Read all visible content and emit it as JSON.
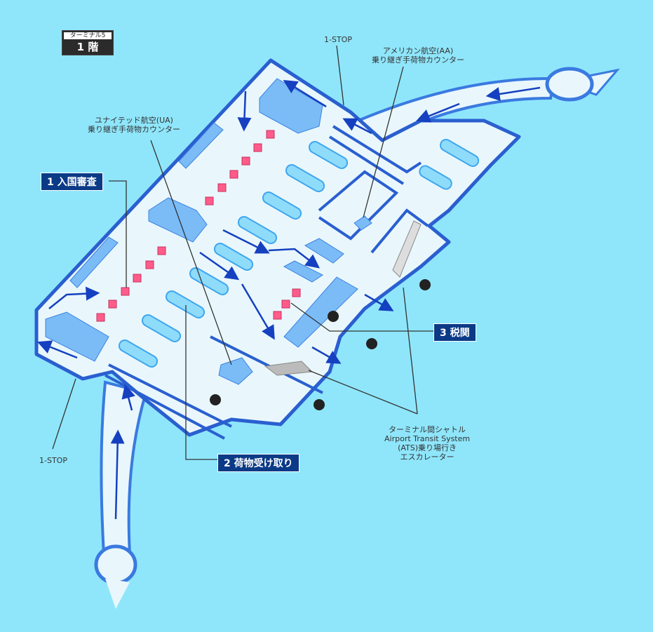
{
  "floor": {
    "terminal": "ターミナル5",
    "level": "1 階"
  },
  "tags": {
    "immigration": "1 入国審査",
    "baggage_claim": "2 荷物受け取り",
    "customs": "3 税関"
  },
  "labels": {
    "one_stop_top": "1-STOP",
    "one_stop_bottom": "1-STOP",
    "aa_counter": [
      "アメリカン航空(AA)",
      "乗り継ぎ手荷物カウンター"
    ],
    "ua_counter": [
      "ユナイテッド航空(UA)",
      "乗り継ぎ手荷物カウンター"
    ],
    "ats": [
      "ターミナル間シャトル",
      "Airport Transit System",
      "(ATS)乗り場行き",
      "エスカレーター"
    ]
  },
  "icons": [
    "taxi-icon",
    "bus-icon",
    "info-icon",
    "baggage-service-icon",
    "escalator-icon"
  ],
  "colors": {
    "water": "#8fe6fb",
    "floor": "#e9f7fc",
    "wall": "#2a5fd0",
    "counter": "#ff5c8a",
    "tag": "#0b3a86"
  }
}
